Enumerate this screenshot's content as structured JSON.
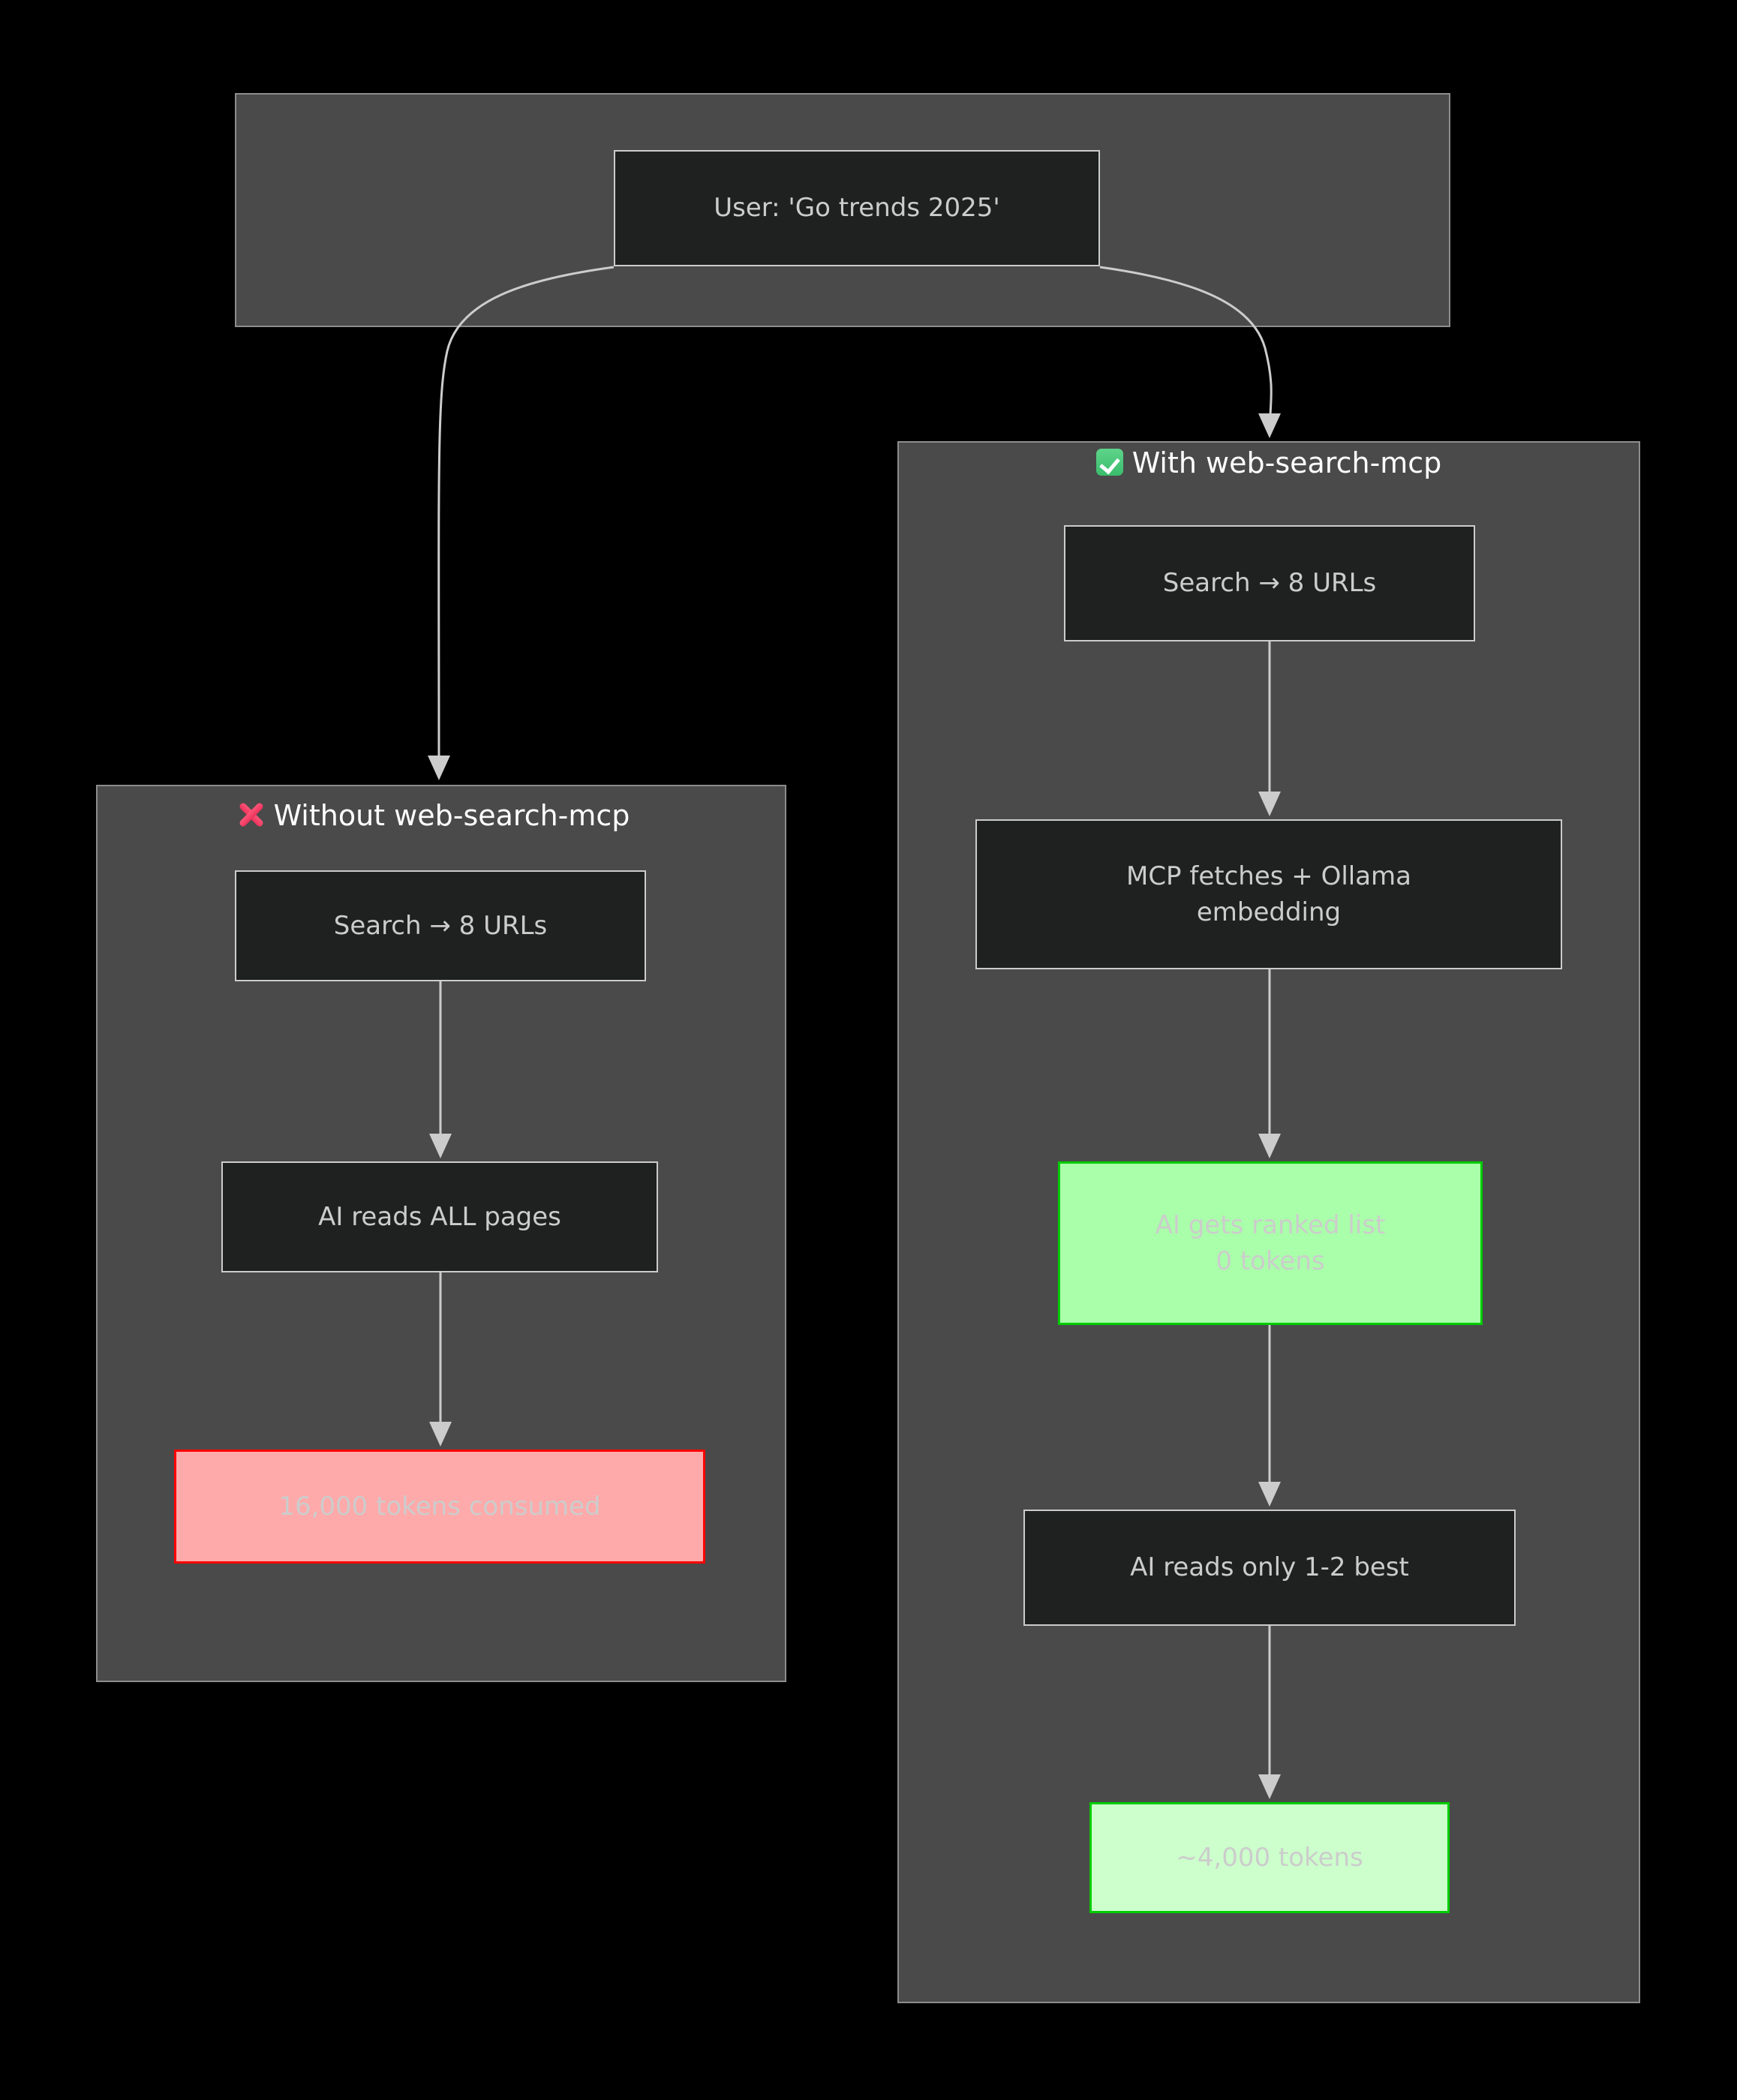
{
  "theme": {
    "background": "#000000",
    "subgraph_fill": "#4a4a4a",
    "subgraph_stroke": "#8d8d8d",
    "node_fill": "#1f2020",
    "node_stroke": "#cccccc",
    "node_text": "#cccccc",
    "edge_stroke": "#cccccc",
    "bad_fill": "#ffaaaa",
    "bad_stroke": "#ff0000",
    "good_fill": "#aaffaa",
    "good_light_fill": "#ccffcc",
    "good_stroke": "#00cc00",
    "title_text": "#ffffff"
  },
  "diagram": {
    "type": "flowchart",
    "direction": "top-down",
    "entry": {
      "id": "user-query",
      "label": "User: 'Go trends 2025'"
    },
    "subgraphs": [
      {
        "id": "top",
        "title": "",
        "nodes": [
          "user-query"
        ]
      },
      {
        "id": "without",
        "title": "Without web-search-mcp",
        "title_icon": "cross-mark-icon",
        "nodes": [
          {
            "id": "search-a",
            "label": "Search → 8 URLs",
            "style": "default"
          },
          {
            "id": "read-all",
            "label": "AI reads ALL pages",
            "style": "default"
          },
          {
            "id": "tokens-16k",
            "label": "16,000 tokens consumed",
            "style": "bad"
          }
        ]
      },
      {
        "id": "with",
        "title": "With web-search-mcp",
        "title_icon": "check-mark-icon",
        "nodes": [
          {
            "id": "search-b",
            "label": "Search → 8 URLs",
            "style": "default"
          },
          {
            "id": "mcp-fetch",
            "label": "MCP fetches + Ollama\nembedding",
            "style": "default"
          },
          {
            "id": "ranked",
            "label": "AI gets ranked list\n0 tokens",
            "style": "good"
          },
          {
            "id": "read-best",
            "label": "AI reads only 1-2 best",
            "style": "default"
          },
          {
            "id": "tokens-4k",
            "label": "~4,000 tokens",
            "style": "good-light"
          }
        ]
      }
    ],
    "edges": [
      {
        "from": "user-query",
        "to": "search-a",
        "label": ""
      },
      {
        "from": "user-query",
        "to": "search-b",
        "label": ""
      },
      {
        "from": "search-a",
        "to": "read-all",
        "label": ""
      },
      {
        "from": "read-all",
        "to": "tokens-16k",
        "label": ""
      },
      {
        "from": "search-b",
        "to": "mcp-fetch",
        "label": ""
      },
      {
        "from": "mcp-fetch",
        "to": "ranked",
        "label": ""
      },
      {
        "from": "ranked",
        "to": "read-best",
        "label": ""
      },
      {
        "from": "read-best",
        "to": "tokens-4k",
        "label": ""
      }
    ]
  }
}
